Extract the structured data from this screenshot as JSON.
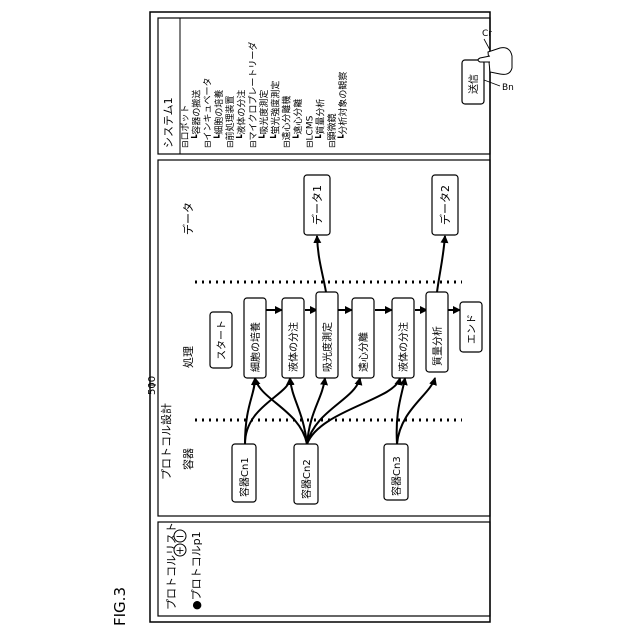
{
  "figure_label": "FIG.3",
  "screen_ref": "500",
  "protocol_list": {
    "title": "プロトコルリスト",
    "add_symbol": "+",
    "remove_symbol": "−",
    "items": [
      "●プロトコルp1"
    ]
  },
  "protocol_design": {
    "title": "プロトコル設計",
    "col_container": "容器",
    "col_process": "処理",
    "col_data": "データ",
    "containers": [
      "容器Cn1",
      "容器Cn2",
      "容器Cn3"
    ],
    "steps": [
      "スタート",
      "細胞の培養",
      "液体の分注",
      "吸光度測定",
      "遠心分離",
      "液体の分注",
      "質量分析",
      "エンド"
    ],
    "data": [
      "データ1",
      "データ2"
    ]
  },
  "system": {
    "title": "システム1",
    "tree": [
      {
        "text": "⊟ロボット",
        "indent": 0
      },
      {
        "text": "┗容器の搬送",
        "indent": 1
      },
      {
        "text": "⊟インキュベータ",
        "indent": 0
      },
      {
        "text": "┗細胞の培養",
        "indent": 1
      },
      {
        "text": "⊟前処理装置",
        "indent": 0
      },
      {
        "text": "┗液体の分注",
        "indent": 1
      },
      {
        "text": "⊟マイクロプレートリーダ",
        "indent": 0
      },
      {
        "text": "┗吸光度測定",
        "indent": 1
      },
      {
        "text": "┗蛍光強度測定",
        "indent": 1
      },
      {
        "text": "⊟遠心分離機",
        "indent": 0
      },
      {
        "text": "┗遠心分離",
        "indent": 1
      },
      {
        "text": "⊟LCMS",
        "indent": 0
      },
      {
        "text": "┗質量分析",
        "indent": 1
      },
      {
        "text": "⊟顕微鏡",
        "indent": 0
      },
      {
        "text": "┗分析対象の観察",
        "indent": 1
      }
    ]
  },
  "send_button": {
    "label": "送信",
    "ref_btn": "Bn",
    "ref_cursor": "Cr"
  }
}
